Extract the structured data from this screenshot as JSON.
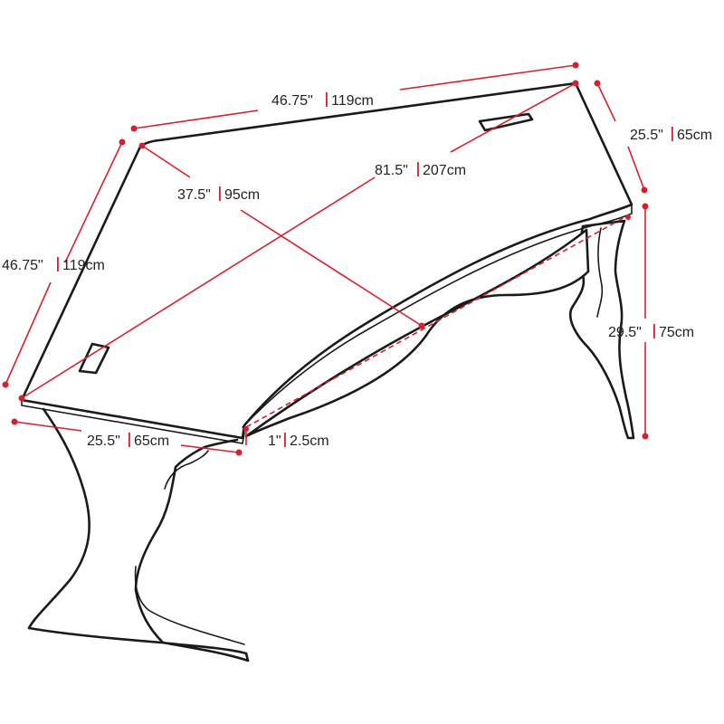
{
  "colors": {
    "dimension_line": "#d6202f",
    "outline": "#1a1a1a",
    "background": "#ffffff"
  },
  "dimensions": {
    "top_back_width": {
      "value": "46.75\"",
      "metric": "119cm"
    },
    "left_side_width": {
      "value": "46.75\"",
      "metric": "119cm"
    },
    "right_depth": {
      "value": "25.5\"",
      "metric": "65cm"
    },
    "left_depth": {
      "value": "25.5\"",
      "metric": "65cm"
    },
    "diagonal_span": {
      "value": "81.5\"",
      "metric": "207cm"
    },
    "corner_depth": {
      "value": "37.5\"",
      "metric": "95cm"
    },
    "height": {
      "value": "29.5\"",
      "metric": "75cm"
    },
    "top_thickness": {
      "value": "1\"",
      "metric": "2.5cm"
    }
  }
}
